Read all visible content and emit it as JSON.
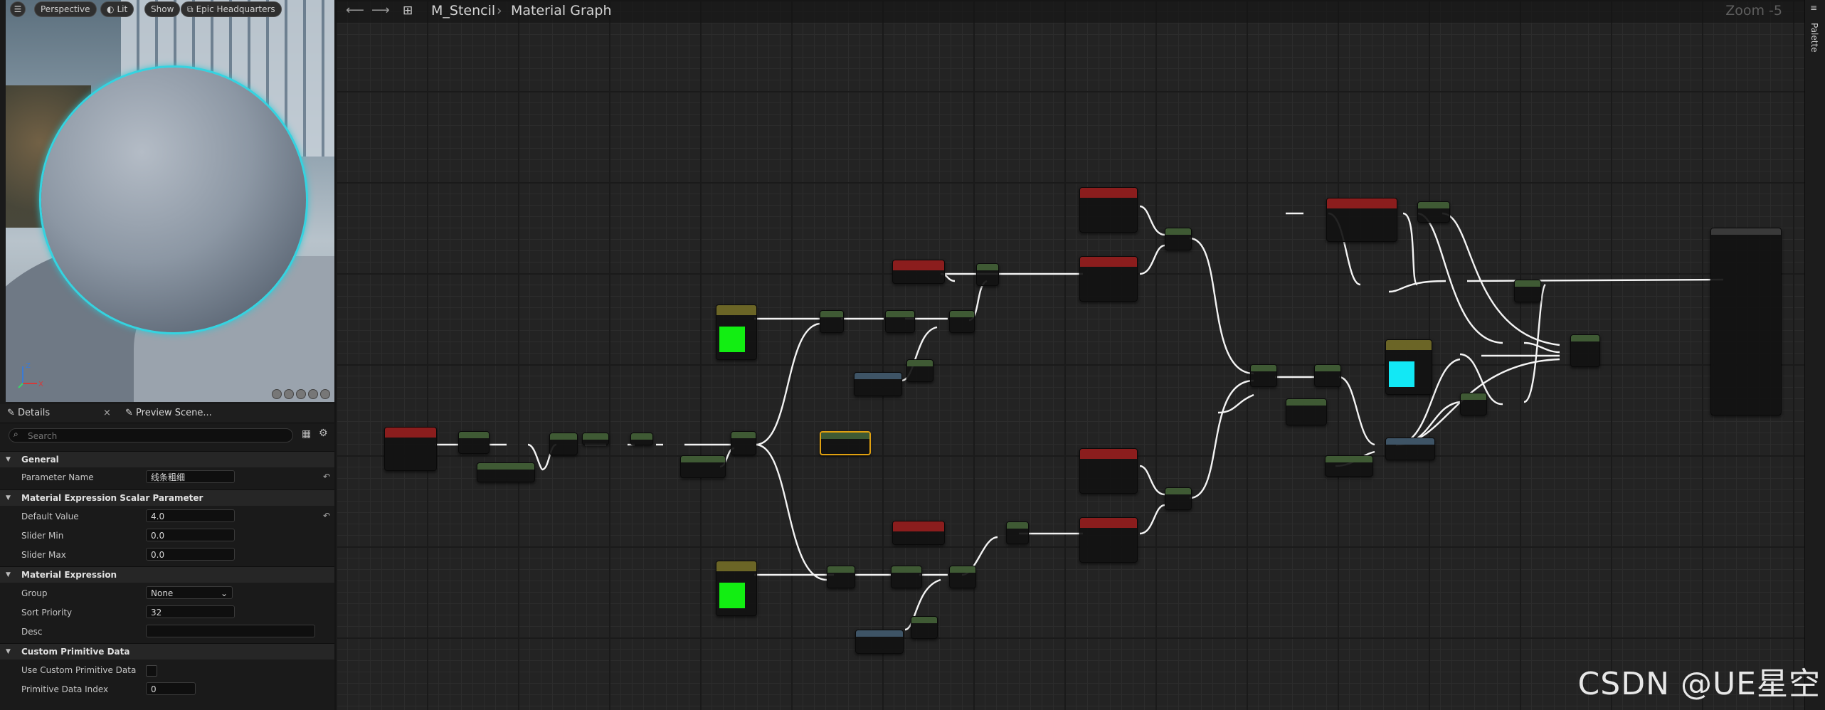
{
  "viewport": {
    "menu_icon": "hamburger-icon",
    "buttons": [
      {
        "id": "perspective",
        "label": "Perspective"
      },
      {
        "id": "lit",
        "label": "Lit",
        "icon": "lit-sphere-icon"
      },
      {
        "id": "show",
        "label": "Show"
      },
      {
        "id": "scene",
        "label": "Epic Headquarters",
        "icon": "scene-icon"
      }
    ],
    "axes": {
      "z": "Z",
      "x": "X"
    },
    "highlight_color": "#35d3e0"
  },
  "tabs": {
    "details": "Details",
    "preview": "Preview Scene..."
  },
  "search": {
    "placeholder": "Search"
  },
  "details": {
    "general": {
      "title": "General",
      "parameter_name_label": "Parameter Name",
      "parameter_name_value": "线条粗细"
    },
    "scalar": {
      "title": "Material Expression Scalar Parameter",
      "default_label": "Default Value",
      "default_value": "4.0",
      "min_label": "Slider Min",
      "min_value": "0.0",
      "max_label": "Slider Max",
      "max_value": "0.0"
    },
    "expression": {
      "title": "Material Expression",
      "group_label": "Group",
      "group_value": "None",
      "sort_label": "Sort Priority",
      "sort_value": "32",
      "desc_label": "Desc",
      "desc_value": ""
    },
    "primitive": {
      "title": "Custom Primitive Data",
      "use_label": "Use Custom Primitive Data",
      "index_label": "Primitive Data Index",
      "index_value": "0"
    }
  },
  "graph": {
    "breadcrumb_root": "M_Stencil",
    "breadcrumb_current": "Material Graph",
    "zoom": "Zoom -5",
    "palette": "Palette",
    "watermark": "CSDN @UE星空",
    "colors": {
      "red": "#8b1d1d",
      "green": "#3f5a34",
      "blue": "#3e5466",
      "olive": "#6b6526",
      "swatch_green": "#12ee12",
      "swatch_cyan": "#12e8f5"
    }
  }
}
